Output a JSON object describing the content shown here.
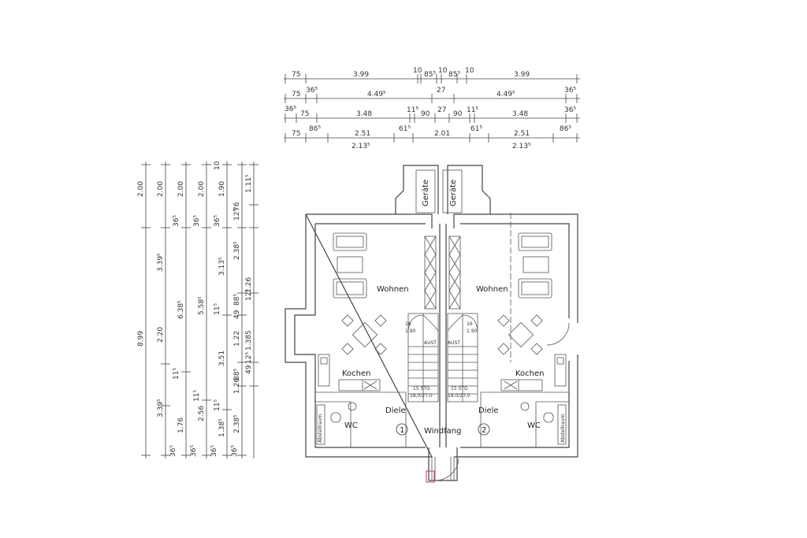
{
  "top_dimensions": {
    "row1": [
      "75",
      "3.99",
      "10",
      "85⁵",
      "10",
      "85⁵",
      "10",
      "3.99"
    ],
    "row2": [
      "75",
      "36⁵",
      "4.49⁵",
      "27",
      "4.49⁵",
      "36⁵"
    ],
    "row3": [
      "36⁵",
      "75",
      "3.48",
      "11⁵",
      "90",
      "27",
      "90",
      "11⁵",
      "3.48",
      "36⁵"
    ],
    "row4": [
      "75",
      "86⁵",
      "2.51",
      "61⁵",
      "2.01",
      "61⁵",
      "2.51",
      "86⁵"
    ],
    "row4_below": [
      "2.13⁵",
      "2.13⁵"
    ]
  },
  "left_dimensions": {
    "col1": [
      "2.00",
      "8.99",
      "3.39⁵",
      "36⁵"
    ],
    "col2": [
      "2.00",
      "3.39⁵",
      "2.20",
      "1.76",
      "36⁵"
    ],
    "col3": [
      "2.00",
      "36⁵",
      "6.38⁵",
      "11⁵",
      "2.56",
      "36⁵"
    ],
    "col4": [
      "2.00",
      "36⁵",
      "5.58⁵",
      "11⁵",
      "1.38⁵",
      "36⁵"
    ],
    "col5": [
      "1.90",
      "36⁵",
      "3.13⁵",
      "11⁵",
      "3.51",
      "11⁵",
      "36⁵"
    ],
    "col6": [
      "10",
      "12⁵",
      "2.38⁵",
      "88⁵",
      "49",
      "1.22",
      "88⁵",
      "1.26",
      "2.38⁵"
    ],
    "col7": [
      "1.11⁵",
      "76",
      "12⁵",
      "1.26",
      "1.385",
      "12⁵",
      "49"
    ]
  },
  "rooms": {
    "storage_left": "Geräte",
    "storage_right": "Geräte",
    "living_left": "Wohnen",
    "living_right": "Wohnen",
    "kitchen_left": "Kochen",
    "kitchen_right": "Kochen",
    "hall_left": "Diele",
    "hall_right": "Diele",
    "wc_left": "WC",
    "wc_right": "WC",
    "entry": "Windfang",
    "unit_left": "1",
    "unit_right": "2",
    "utility_left": "Abstellraum",
    "utility_right": "Abstellraum"
  },
  "stairs": {
    "left_top": "16",
    "left_top2": "1.90",
    "left_label": "AUST",
    "left_bottom": "15 STG",
    "left_bottom2": "18,0/27,0",
    "right_top": "16",
    "right_top2": "1.90",
    "right_label": "AUST",
    "right_bottom": "15 STG",
    "right_bottom2": "18,0/27,0"
  }
}
